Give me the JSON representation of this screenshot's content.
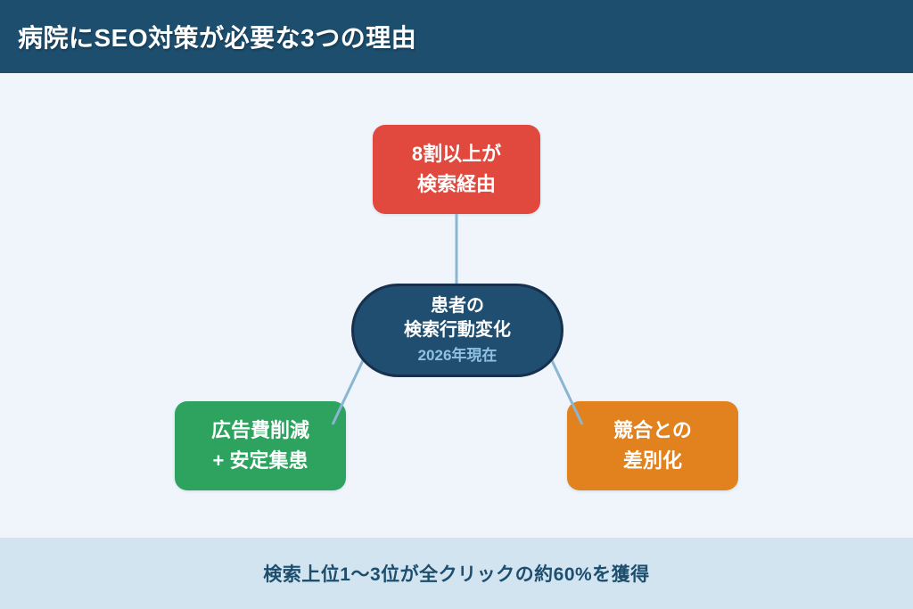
{
  "header": {
    "title": "病院にSEO対策が必要な3つの理由"
  },
  "diagram": {
    "center_node": {
      "line1": "患者の",
      "line2": "検索行動変化",
      "subtitle": "2026年現在"
    },
    "top_node": {
      "line1": "8割以上が",
      "line2": "検索経由"
    },
    "left_node": {
      "line1": "広告費削減",
      "line2": "+ 安定集患"
    },
    "right_node": {
      "line1": "競合との",
      "line2": "差別化"
    }
  },
  "footer": {
    "note": "検索上位1〜3位が全クリックの約60%を獲得"
  },
  "colors": {
    "header_bg": "#1D4E6E",
    "background": "#EFF5FB",
    "top_node": "#E2493E",
    "left_node": "#2EA360",
    "right_node": "#E1821F",
    "center_fill": "#1F4E70",
    "center_border": "#16304D",
    "center_subtitle_text": "#8FC2E2",
    "connector": "#8AB5D3",
    "footer_bg": "#D3E4F1",
    "footer_text": "#1D4E6E"
  }
}
